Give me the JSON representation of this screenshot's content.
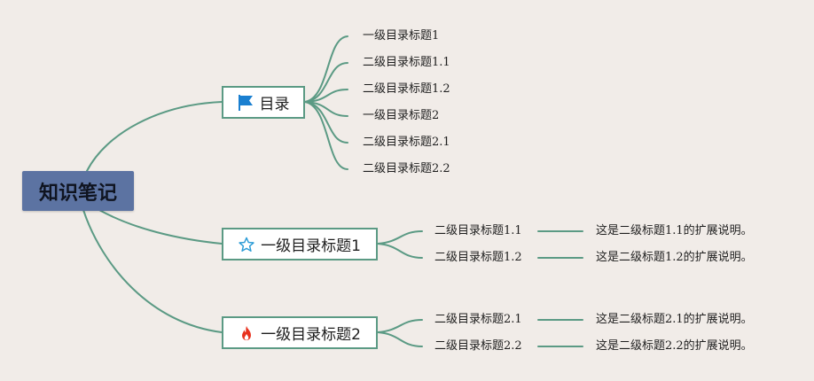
{
  "root": {
    "label": "知识笔记"
  },
  "toc": {
    "label": "目录",
    "icon": "flag-icon",
    "items": [
      "一级目录标题1",
      "二级目录标题1.1",
      "二级目录标题1.2",
      "一级目录标题2",
      "二级目录标题2.1",
      "二级目录标题2.2"
    ]
  },
  "section1": {
    "label": "一级目录标题1",
    "icon": "star-icon",
    "children": [
      {
        "label": "二级目录标题1.1",
        "note": "这是二级标题1.1的扩展说明。"
      },
      {
        "label": "二级目录标题1.2",
        "note": "这是二级标题1.2的扩展说明。"
      }
    ]
  },
  "section2": {
    "label": "一级目录标题2",
    "icon": "fire-icon",
    "children": [
      {
        "label": "二级目录标题2.1",
        "note": "这是二级标题2.1的扩展说明。"
      },
      {
        "label": "二级目录标题2.2",
        "note": "这是二级标题2.2的扩展说明。"
      }
    ]
  },
  "colors": {
    "background": "#f1ece8",
    "connector": "#5b9a84",
    "root_fill": "#5c73a2",
    "flag": "#1a7fd0",
    "star": "#2a9bd6",
    "fire": "#e8321e"
  }
}
